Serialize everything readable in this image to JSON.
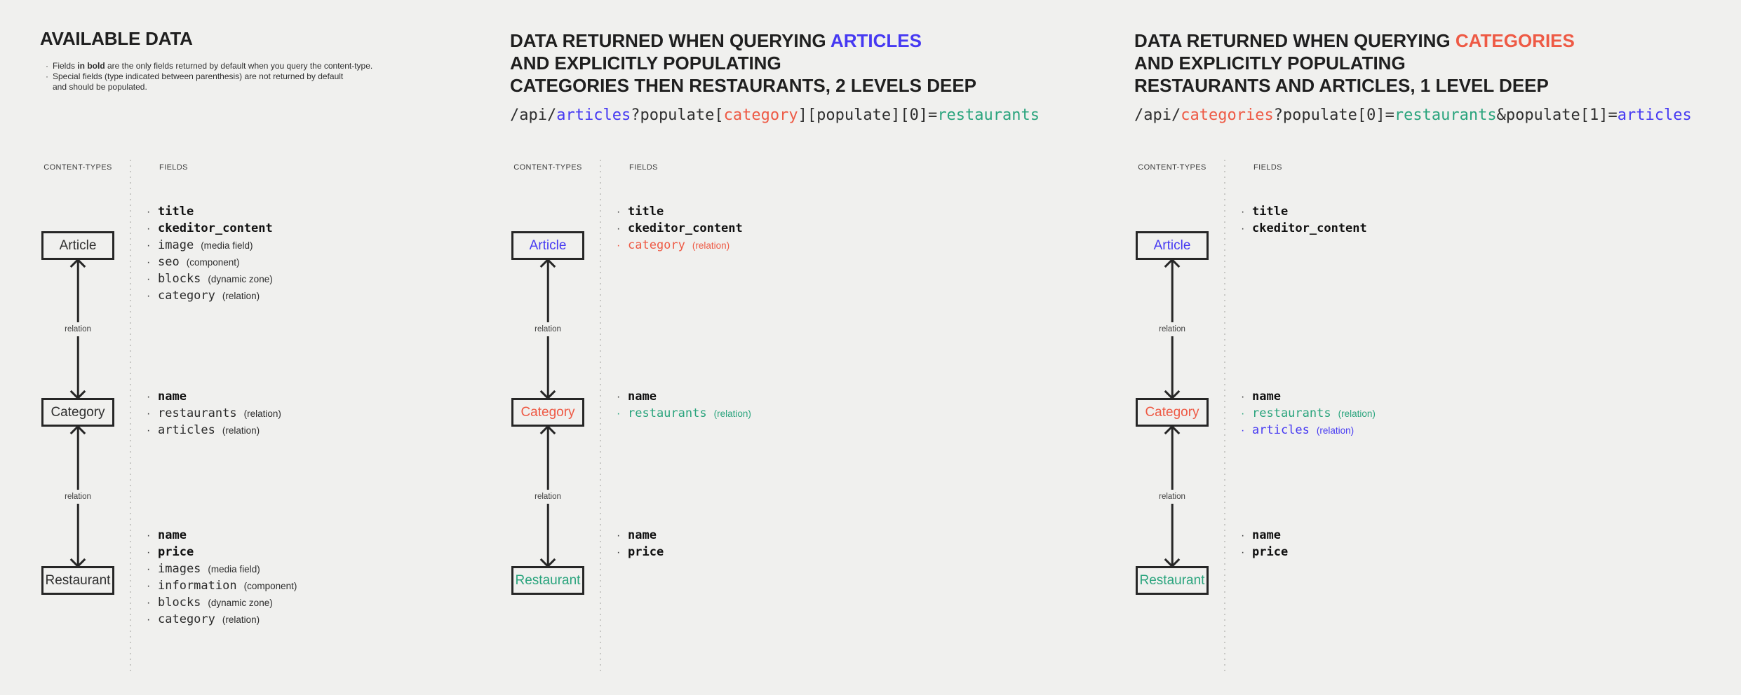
{
  "colors": {
    "background": "#f0f0ee",
    "ink": "#1f1f1f",
    "blue": "#4639f2",
    "red": "#ee5a45",
    "teal": "#2aa47d"
  },
  "shared": {
    "content_types_label": "CONTENT-TYPES",
    "fields_label": "FIELDS",
    "relation_label": "relation",
    "bullet": "·",
    "boxes": {
      "article": "Article",
      "category": "Category",
      "restaurant": "Restaurant"
    }
  },
  "col1": {
    "title": "AVAILABLE DATA",
    "note1_pre": "Fields ",
    "note1_bold": "in bold",
    "note1_post": " are the only fields returned by default when you query the content-type.",
    "note2_line1": "Special fields (type indicated between parenthesis) are not returned by default",
    "note2_line2": "and should be populated.",
    "fields": {
      "article": [
        {
          "name": "title",
          "type": ""
        },
        {
          "name": "ckeditor_content",
          "type": ""
        },
        {
          "name": "image",
          "type": "(media field)"
        },
        {
          "name": "seo",
          "type": "(component)"
        },
        {
          "name": "blocks",
          "type": "(dynamic zone)"
        },
        {
          "name": "category",
          "type": "(relation)"
        }
      ],
      "category": [
        {
          "name": "name",
          "type": ""
        },
        {
          "name": "restaurants",
          "type": "(relation)"
        },
        {
          "name": "articles",
          "type": "(relation)"
        }
      ],
      "restaurant": [
        {
          "name": "name",
          "type": ""
        },
        {
          "name": "price",
          "type": ""
        },
        {
          "name": "images",
          "type": "(media field)"
        },
        {
          "name": "information",
          "type": "(component)"
        },
        {
          "name": "blocks",
          "type": "(dynamic zone)"
        },
        {
          "name": "category",
          "type": "(relation)"
        }
      ]
    }
  },
  "col2": {
    "title_line1_pre": "DATA RETURNED WHEN QUERYING ",
    "title_line1_highlight": "ARTICLES",
    "title_line2": "AND EXPLICITLY POPULATING",
    "title_line3": "CATEGORIES THEN RESTAURANTS, 2 LEVELS DEEP",
    "url": [
      {
        "t": "/api/"
      },
      {
        "t": "articles"
      },
      {
        "t": "?populate["
      },
      {
        "t": "category"
      },
      {
        "t": "][populate][0]="
      },
      {
        "t": "restaurants"
      }
    ],
    "fields": {
      "article": [
        {
          "name": "title",
          "type": ""
        },
        {
          "name": "ckeditor_content",
          "type": ""
        },
        {
          "name": "category",
          "type": "(relation)"
        }
      ],
      "category": [
        {
          "name": "name",
          "type": ""
        },
        {
          "name": "restaurants",
          "type": "(relation)"
        }
      ],
      "restaurant": [
        {
          "name": "name",
          "type": ""
        },
        {
          "name": "price",
          "type": ""
        }
      ]
    }
  },
  "col3": {
    "title_line1_pre": "DATA RETURNED WHEN QUERYING ",
    "title_line1_highlight": "CATEGORIES",
    "title_line2": "AND EXPLICITLY POPULATING",
    "title_line3": "RESTAURANTS AND ARTICLES, 1 LEVEL DEEP",
    "url": [
      {
        "t": "/api/"
      },
      {
        "t": "categories"
      },
      {
        "t": "?populate[0]="
      },
      {
        "t": "restaurants"
      },
      {
        "t": "&populate[1]="
      },
      {
        "t": "articles"
      }
    ],
    "fields": {
      "article": [
        {
          "name": "title",
          "type": ""
        },
        {
          "name": "ckeditor_content",
          "type": ""
        }
      ],
      "category": [
        {
          "name": "name",
          "type": ""
        },
        {
          "name": "restaurants",
          "type": "(relation)"
        },
        {
          "name": "articles",
          "type": "(relation)"
        }
      ],
      "restaurant": [
        {
          "name": "name",
          "type": ""
        },
        {
          "name": "price",
          "type": ""
        }
      ]
    }
  }
}
